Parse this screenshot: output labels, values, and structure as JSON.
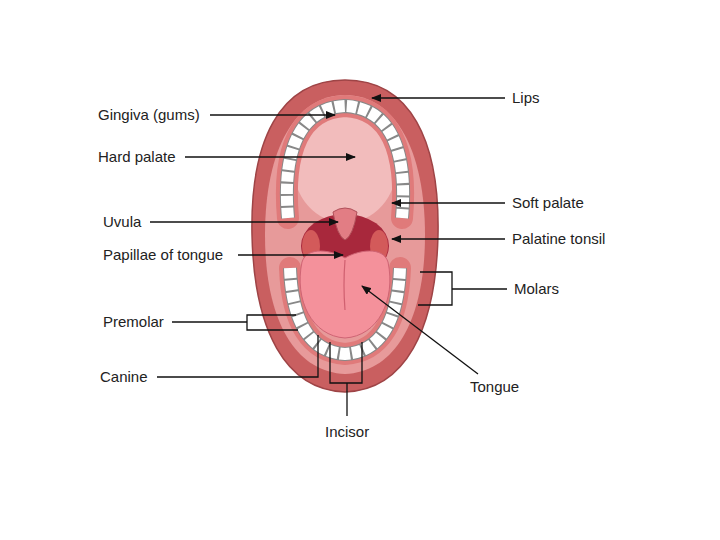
{
  "diagram": {
    "labels": [
      "Gingiva (gums)",
      "Hard palate",
      "Uvula",
      "Papillae of tongue",
      "Premolar",
      "Canine",
      "Lips",
      "Soft palate",
      "Palatine tonsil",
      "Molars",
      "Tongue",
      "Incisor"
    ]
  }
}
